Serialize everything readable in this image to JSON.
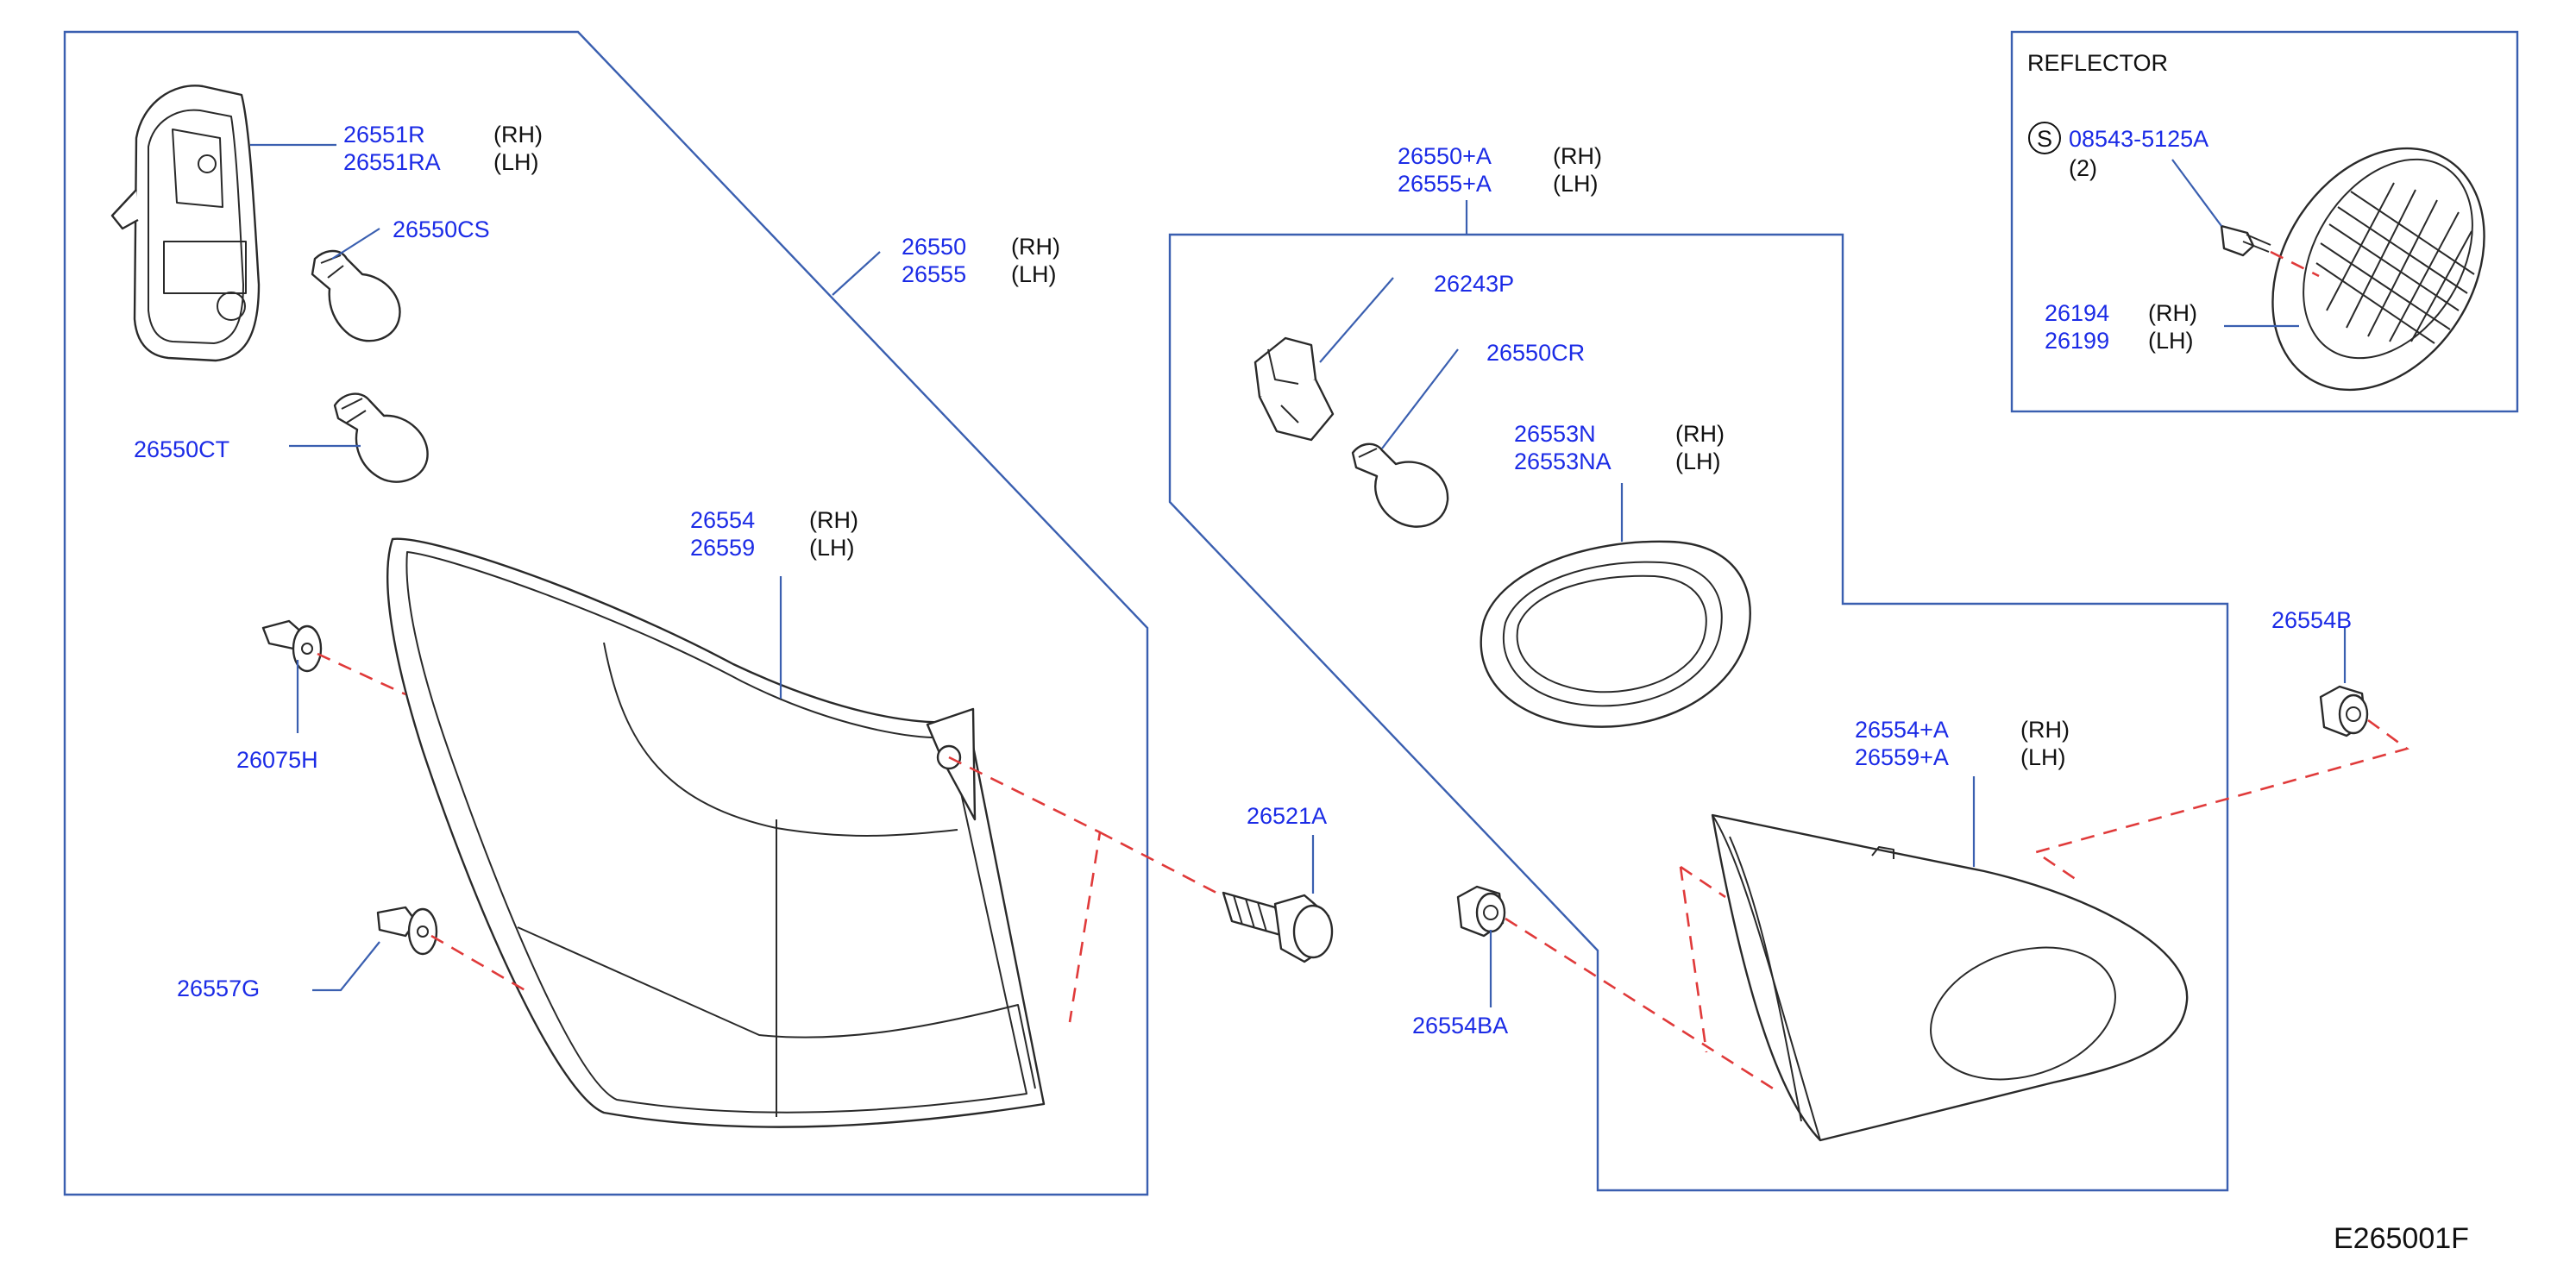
{
  "diagram_code": "E265001F",
  "reflector_box": {
    "title": "REFLECTOR",
    "screw_symbol": "S",
    "screw_part": "08543-5125A",
    "screw_qty": "(2)"
  },
  "parts": {
    "p26551": {
      "rh": "26551R",
      "lh": "26551RA",
      "rh_tag": "(RH)",
      "lh_tag": "(LH)"
    },
    "p26550cs": "26550CS",
    "p26550ct": "26550CT",
    "p26550": {
      "rh": "26550",
      "lh": "26555",
      "rh_tag": "(RH)",
      "lh_tag": "(LH)"
    },
    "p26554": {
      "rh": "26554",
      "lh": "26559",
      "rh_tag": "(RH)",
      "lh_tag": "(LH)"
    },
    "p26075h": "26075H",
    "p26557g": "26557G",
    "p26521a": "26521A",
    "p26554ba": "26554BA",
    "p26550a": {
      "rh": "26550+A",
      "lh": "26555+A",
      "rh_tag": "(RH)",
      "lh_tag": "(LH)"
    },
    "p26243p": "26243P",
    "p26550cr": "26550CR",
    "p26553": {
      "rh": "26553N",
      "lh": "26553NA",
      "rh_tag": "(RH)",
      "lh_tag": "(LH)"
    },
    "p26554a": {
      "rh": "26554+A",
      "lh": "26559+A",
      "rh_tag": "(RH)",
      "lh_tag": "(LH)"
    },
    "p26554b": "26554B",
    "p26194": {
      "rh": "26194",
      "lh": "26199",
      "rh_tag": "(RH)",
      "lh_tag": "(LH)"
    }
  }
}
